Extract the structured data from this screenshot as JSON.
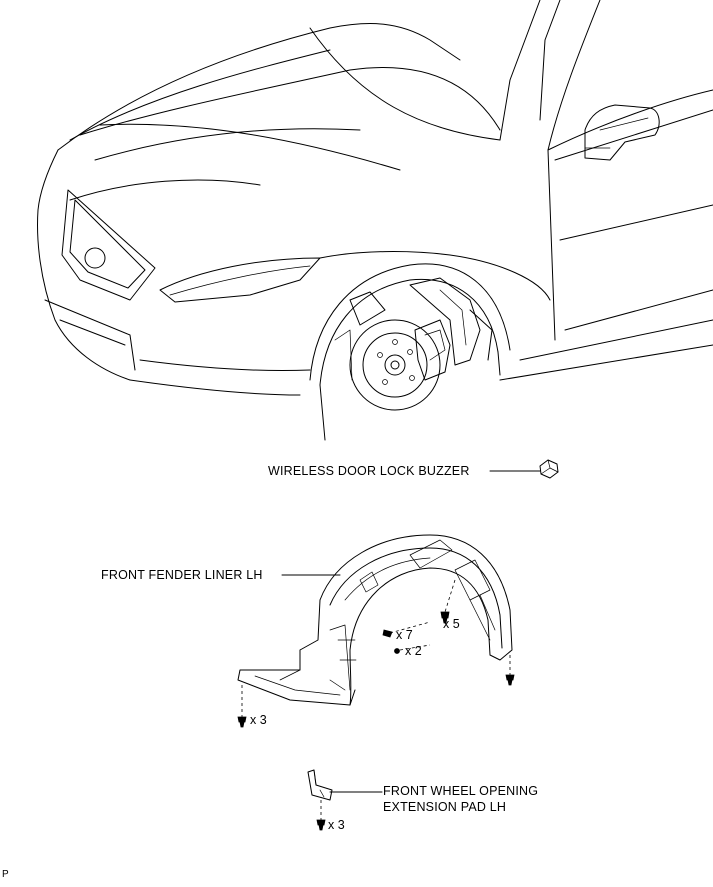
{
  "labels": {
    "wireless_buzzer": "WIRELESS DOOR LOCK BUZZER",
    "fender_liner": "FRONT FENDER LINER LH",
    "pad_line1": "FRONT WHEEL OPENING",
    "pad_line2": "EXTENSION PAD LH"
  },
  "quantities": {
    "liner_center_a": "x 7",
    "liner_center_b": "x 2",
    "liner_upper_right": "x 5",
    "liner_lower_left": "x 3",
    "pad_bottom": "x 3"
  },
  "corner_mark": "P"
}
